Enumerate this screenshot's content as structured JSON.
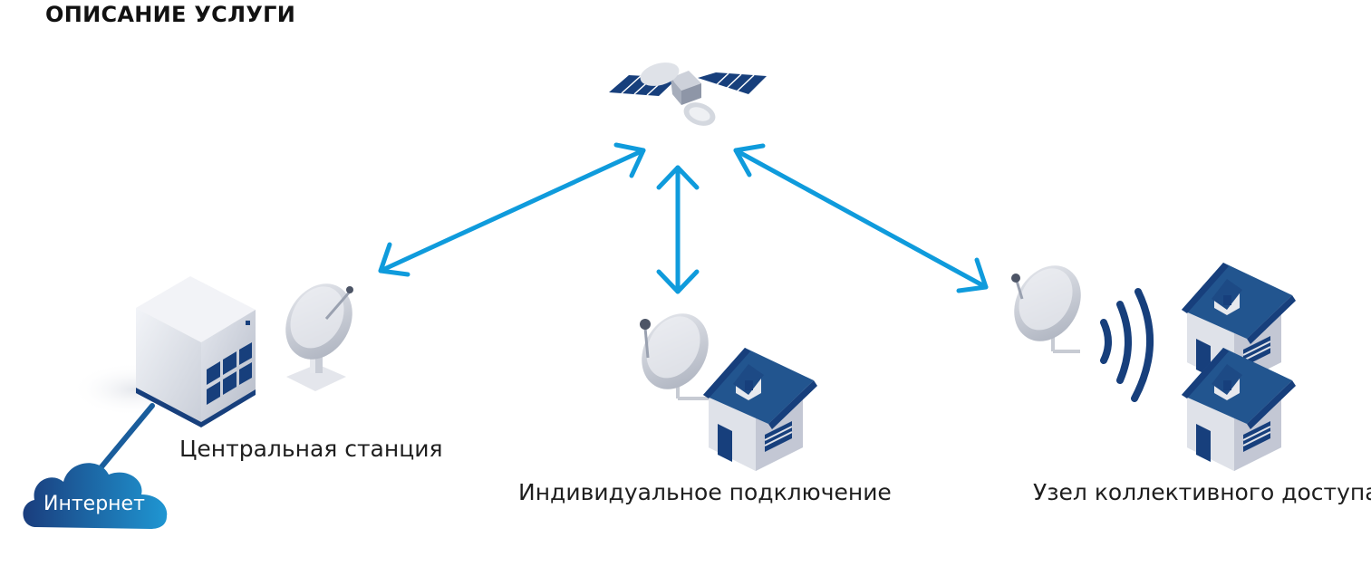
{
  "title": "ОПИСАНИЕ УСЛУГИ",
  "labels": {
    "central": "Центральная станция",
    "individual": "Индивидуальное подключение",
    "collective": "Узел коллективного доступа",
    "internet": "Интернет"
  },
  "colors": {
    "link_arrow": "#0f9bdc",
    "dark_blue": "#173f7c",
    "roof_blue": "#22558f",
    "cloud_start": "#1a3d7d",
    "cloud_end": "#1f96d2",
    "house_wall": "#c3c7d4",
    "dish_gray": "#c8ccd4"
  },
  "icons": [
    "satellite-icon",
    "server-icon",
    "dish-icon",
    "house-icon",
    "cloud-icon",
    "wifi-icon",
    "arrow-icon"
  ]
}
